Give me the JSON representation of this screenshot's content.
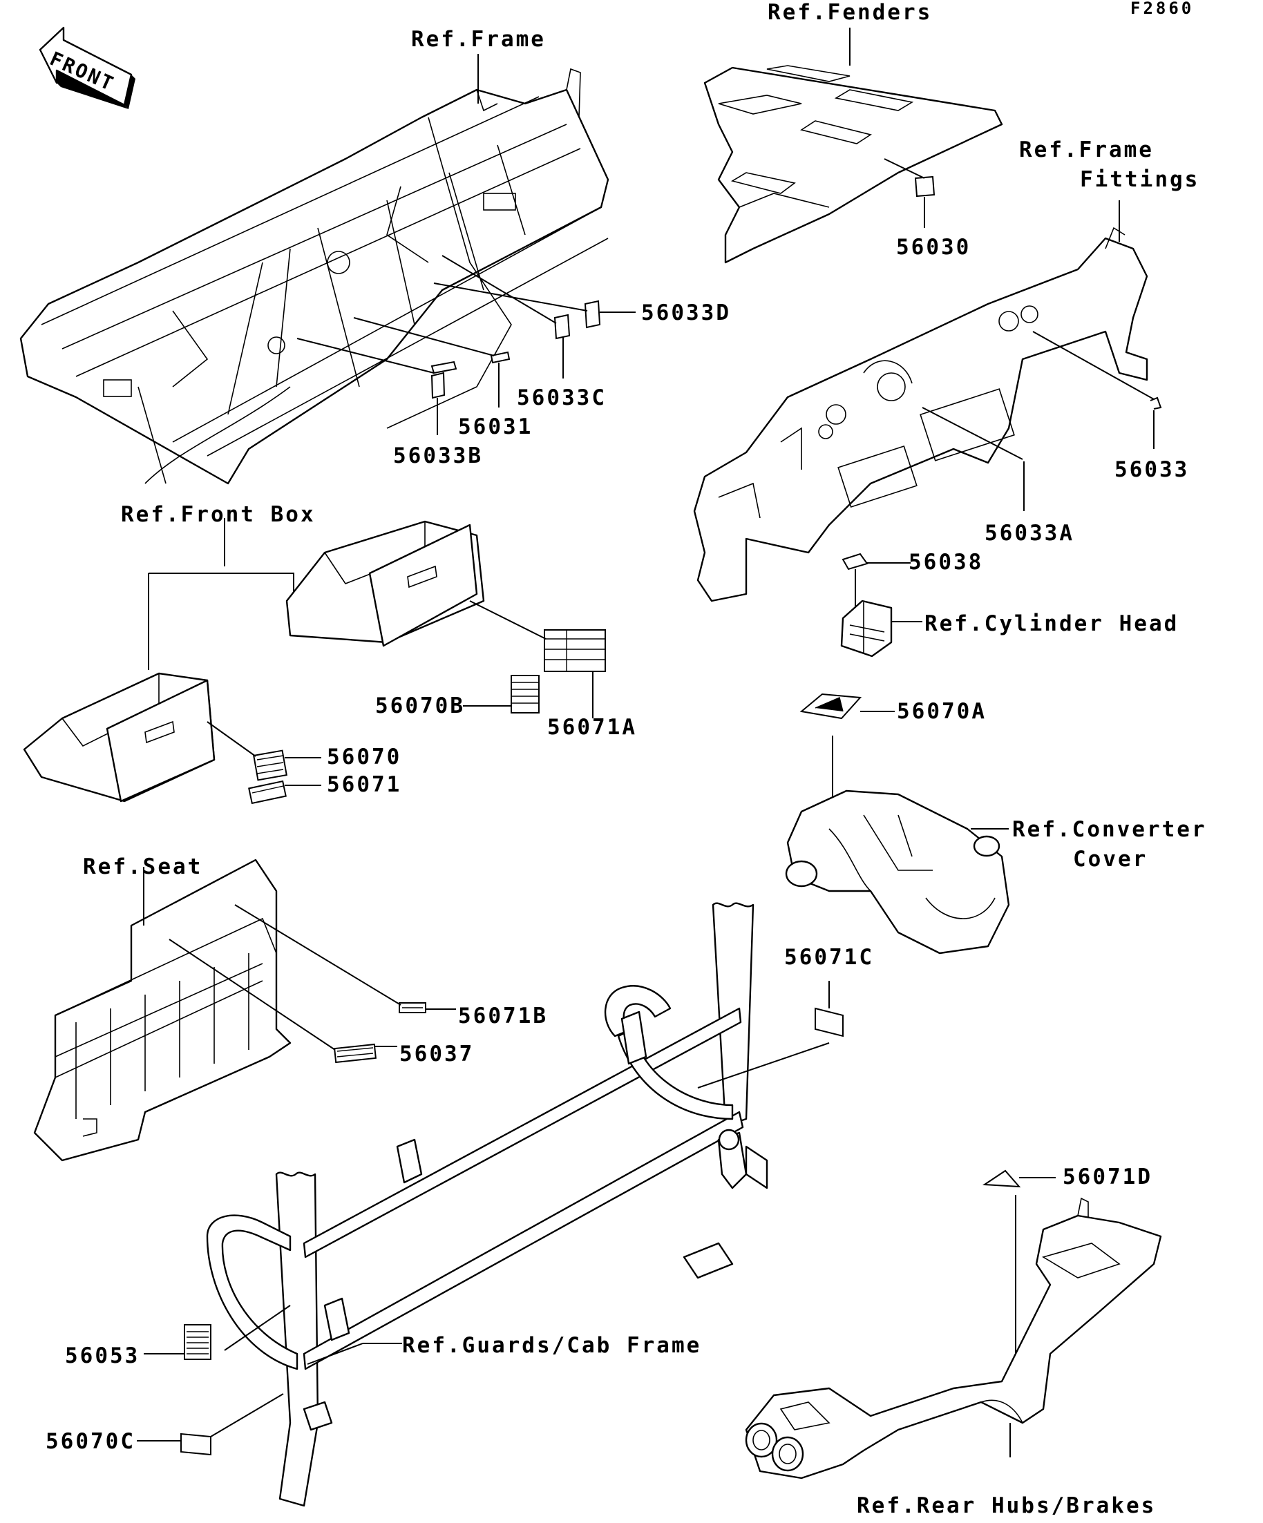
{
  "figure_id": "F2860",
  "front_arrow": "FRONT",
  "refs": {
    "frame": "Ref.Frame",
    "fenders": "Ref.Fenders",
    "frame_fittings_1": "Ref.Frame",
    "frame_fittings_2": "Fittings",
    "front_box": "Ref.Front Box",
    "cylinder_head": "Ref.Cylinder Head",
    "converter_cover_1": "Ref.Converter",
    "converter_cover_2": "Cover",
    "seat": "Ref.Seat",
    "guards": "Ref.Guards/Cab Frame",
    "rear_hubs": "Ref.Rear Hubs/Brakes"
  },
  "parts": {
    "p56030": "56030",
    "p56033D": "56033D",
    "p56033C": "56033C",
    "p56031": "56031",
    "p56033B": "56033B",
    "p56033": "56033",
    "p56033A": "56033A",
    "p56038": "56038",
    "p56070B": "56070B",
    "p56071A": "56071A",
    "p56070A": "56070A",
    "p56070": "56070",
    "p56071": "56071",
    "p56071C": "56071C",
    "p56071B": "56071B",
    "p56037": "56037",
    "p56071D": "56071D",
    "p56053": "56053",
    "p56070C": "56070C"
  }
}
